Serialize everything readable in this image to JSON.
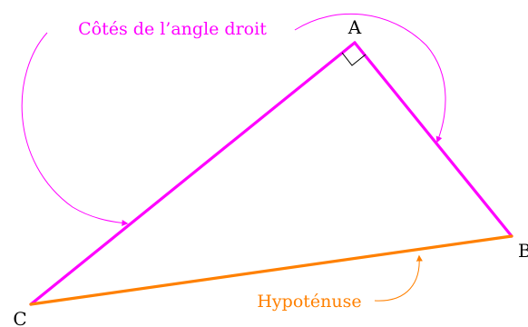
{
  "vertices": {
    "a": "A",
    "b": "B",
    "c": "C"
  },
  "annotations": {
    "legs": "Côtés de l’angle droit",
    "hypotenuse": "Hypoténuse"
  },
  "colors": {
    "legs": "#ff00ff",
    "hypotenuse": "#ff8000",
    "label": "#000000",
    "right_angle_mark": "#000000"
  }
}
